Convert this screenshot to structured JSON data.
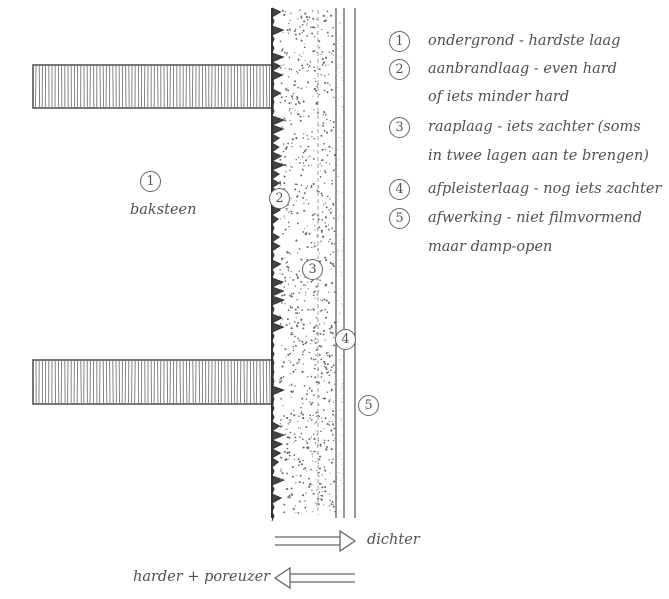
{
  "diagram": {
    "brick_label": {
      "number": "1",
      "text": "baksteen"
    },
    "layer_markers": [
      "2",
      "3",
      "4",
      "5"
    ],
    "legend": [
      {
        "number": "1",
        "lines": [
          "ondergrond - hardste laag"
        ]
      },
      {
        "number": "2",
        "lines": [
          "aanbrandlaag - even hard",
          "of iets minder hard"
        ]
      },
      {
        "number": "3",
        "lines": [
          "raaplaag - iets zachter (soms",
          "in twee lagen aan te brengen)"
        ]
      },
      {
        "number": "4",
        "lines": [
          "afpleisterlaag - nog iets zachter"
        ]
      },
      {
        "number": "5",
        "lines": [
          " afwerking - niet filmvormend",
          "maar damp-open"
        ]
      }
    ],
    "arrow_right_label": "dichter",
    "arrow_left_label": "harder + poreuzer"
  }
}
